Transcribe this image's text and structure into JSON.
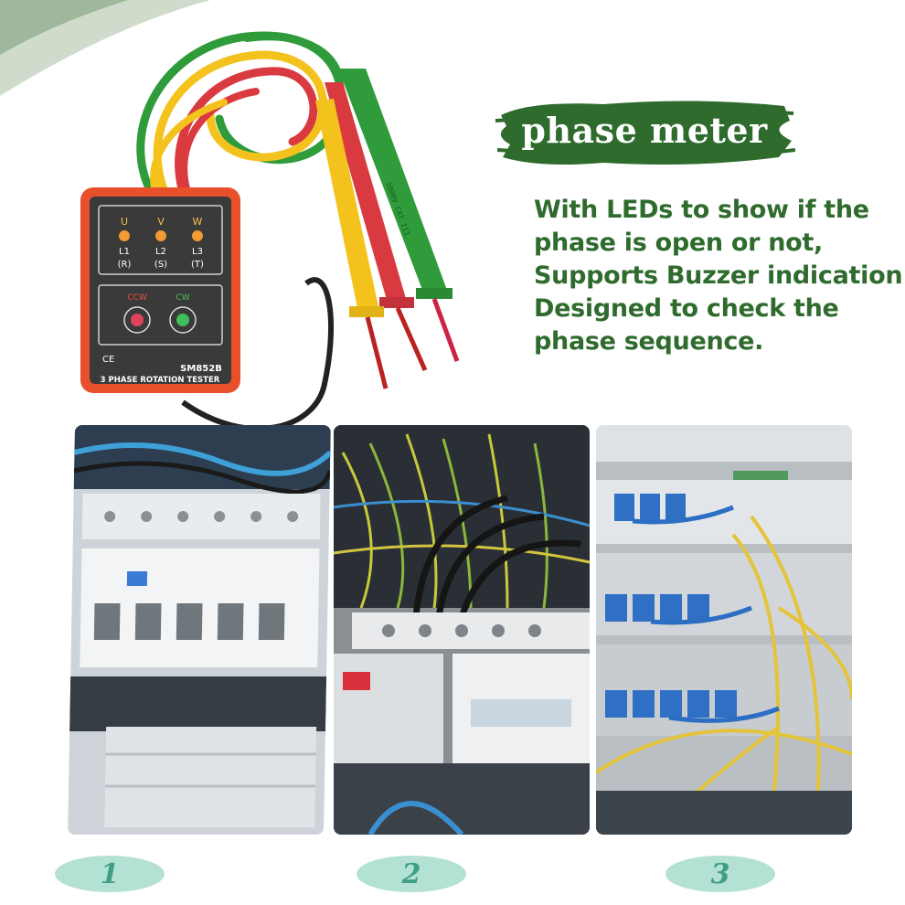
{
  "title": "phase meter",
  "description_lines": [
    "With LEDs to show if the",
    "phase is open or not,",
    "Supports Buzzer indication.",
    "Designed to check the",
    "phase sequence."
  ],
  "device": {
    "phase_labels": [
      {
        "top": "U",
        "mid": "L1",
        "bot": "(R)"
      },
      {
        "top": "V",
        "mid": "L2",
        "bot": "(S)"
      },
      {
        "top": "W",
        "mid": "L3",
        "bot": "(T)"
      }
    ],
    "ccw_label": "CCW",
    "cw_label": "CW",
    "ce_mark": "CE",
    "model": "SM852B",
    "subtitle": "3 PHASE ROTATION TESTER",
    "probe_label": "1000V CAT III"
  },
  "photos": [
    {
      "number": "1"
    },
    {
      "number": "2"
    },
    {
      "number": "3"
    }
  ],
  "colors": {
    "green_dark": "#2e6b2d",
    "badge_bg": "#b3e1d3",
    "badge_text": "#3f9f86",
    "device_orange": "#e8502b"
  }
}
